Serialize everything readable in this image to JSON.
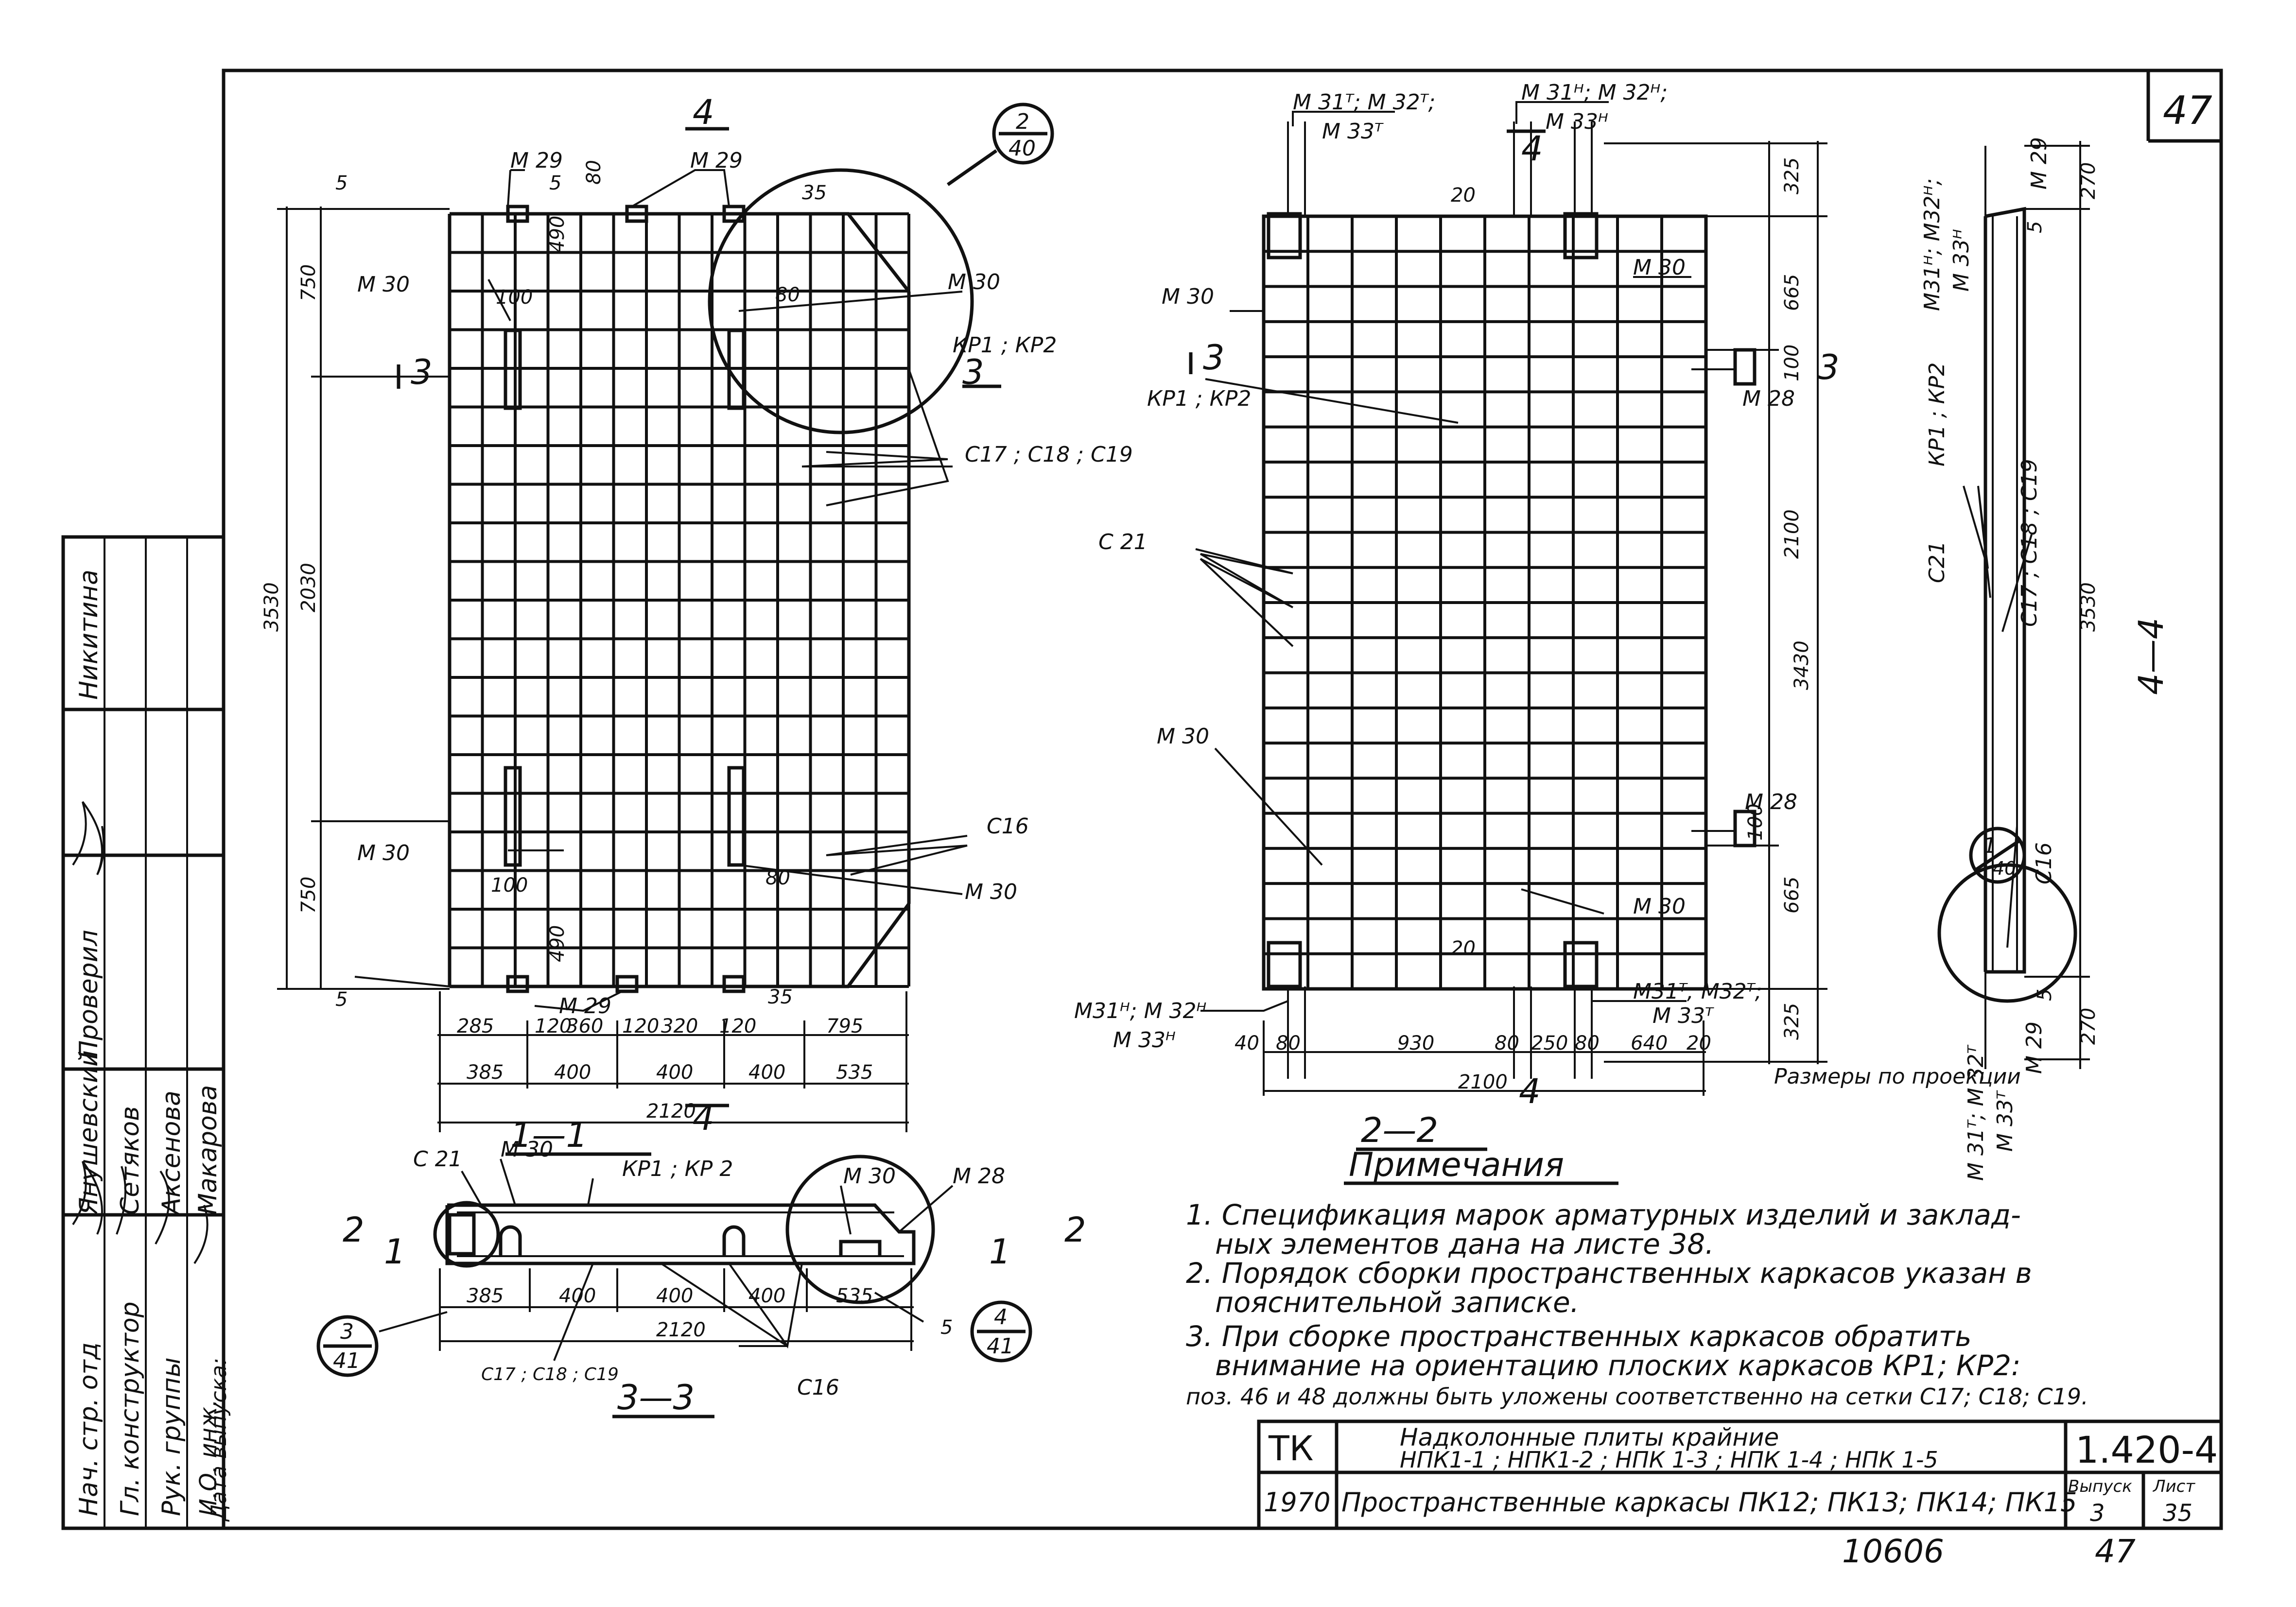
{
  "sheet": {
    "number_top": "47",
    "number_bottom": "47",
    "inventory": "10606"
  },
  "view_1_1": {
    "title": "1—1",
    "marks": {
      "m29_a": "M 29",
      "m29_b": "M 29",
      "m29_c": "M 29",
      "m30_a": "M 30",
      "m30_b": "M 30",
      "m30_c": "M 30",
      "m30_d": "M 30",
      "kp": "КР1 ; КР2",
      "c17": "С17 ; С18 ; С19",
      "c16": "С16"
    },
    "dims": {
      "total_h": "3530",
      "top": "750",
      "mid": "2030",
      "bot": "750",
      "d5a": "5",
      "d5b": "5",
      "d5c": "5",
      "d80a": "80",
      "d80b": "80",
      "d80c": "80",
      "d35a": "35",
      "d35b": "35",
      "d490a": "490",
      "d490b": "490",
      "d100a": "100",
      "d100b": "100",
      "r1": [
        "285",
        "120",
        "360",
        "120",
        "320",
        "120",
        "795"
      ],
      "r2": [
        "385",
        "400",
        "400",
        "400",
        "535"
      ],
      "total_w": "2120"
    },
    "cuts": {
      "cut4_top": "4",
      "cut4_bot": "4",
      "cut3_l": "3",
      "cut3_r": "3"
    },
    "callout": {
      "num": "2",
      "sheet": "40"
    }
  },
  "view_2_2": {
    "title": "2—2",
    "marks": {
      "m31t": "M 31ᵀ; M 32ᵀ;",
      "m33t": "M 33ᵀ",
      "m31h": "M 31ᴴ; M 32ᴴ;",
      "m33h": "M 33ᴴ",
      "m30_a": "M 30",
      "m30_b": "M 30",
      "m30_c": "M 30",
      "m30_d": "M 30",
      "m28_a": "M 28",
      "m28_b": "M 28",
      "kp": "КР1 ; КР2",
      "c21": "С 21",
      "m31h_b": "M31ᴴ; M 32ᴴ",
      "m33h_b": "M 33ᴴ",
      "m31t_b": "M31ᵀ; M32ᵀ;",
      "m33t_b": "M 33ᵀ"
    },
    "dims": {
      "top": "325",
      "d665a": "665",
      "d100a": "100",
      "mid": "2100",
      "total": "3430",
      "d100b": "100",
      "d665b": "665",
      "bot": "325",
      "d20a": "20",
      "d20b": "20",
      "r": [
        "40",
        "80",
        "930",
        "80",
        "250",
        "80",
        "640",
        "20"
      ],
      "total_w": "2100"
    },
    "cuts": {
      "cut4_top": "4",
      "cut4_bot": "4",
      "cut3_l": "3",
      "cut3_r": "3"
    },
    "note": "Размеры по проекции"
  },
  "view_3_3": {
    "title": "3—3",
    "marks": {
      "c21": "С 21",
      "m30a": "M 30",
      "kp": "КР1 ; КР 2",
      "m30b": "M 30",
      "m28": "M 28",
      "c17": "С17 ; С18 ; С19",
      "c16": "С16"
    },
    "dims": {
      "r": [
        "385",
        "400",
        "400",
        "400",
        "535"
      ],
      "total": "2120",
      "d5": "5"
    },
    "cuts": {
      "c2l": "2",
      "c1l": "1",
      "c1r": "1",
      "c2r": "2"
    },
    "callout_l": {
      "num": "3",
      "sheet": "41"
    },
    "callout_r": {
      "num": "4",
      "sheet": "41"
    }
  },
  "view_4_4": {
    "title": "4—4",
    "marks": {
      "m29t": "M 29",
      "m31h": "M31ᴴ; M32ᴴ;",
      "m33h": "M 33ᴴ",
      "kp": "КР1 ; КР2",
      "c21": "С21",
      "c17": "С17 ; С18 ; С19",
      "c16": "С16",
      "m29b": "M 29",
      "m31t": "M 31ᵀ; M 32ᵀ",
      "m33t": "M 33ᵀ"
    },
    "dims": {
      "d270a": "270",
      "d5a": "5",
      "total": "3530",
      "d5b": "5",
      "d270b": "270"
    },
    "callout": {
      "num": "1",
      "sheet": "40"
    }
  },
  "notes": {
    "title": "Примечания",
    "lines": [
      "1. Спецификация марок арматурных изделий и заклад-",
      "ных элементов дана на листе 38.",
      "2. Порядок сборки пространственных каркасов указан в",
      "пояснительной записке.",
      "3. При сборке пространственных каркасов обратить",
      "внимание на ориентацию плоских каркасов КР1; КР2:",
      "поз. 46 и 48 должны быть уложены соответственно на сетки С17; С18; С19."
    ]
  },
  "title_block": {
    "series": "ТК",
    "title_l1": "Надколонные плиты крайние",
    "title_l2": "НПК1-1 ; НПК1-2 ; НПК 1-3 ; НПК 1-4 ; НПК 1-5",
    "year": "1970",
    "title_l3": "Пространственные каркасы ПК12; ПК13; ПК14; ПК15",
    "code": "1.420-4",
    "issue_label": "Выпуск",
    "issue": "3",
    "sheet_label": "Лист",
    "sheet": "35"
  },
  "side_stamp": {
    "roles": [
      "Нач. стр. отд",
      "Гл. конструктор",
      "Рук. группы",
      "И.О. инж.",
      "Дата выпуска:"
    ],
    "checked": "Проверил",
    "names": [
      "Янушевский",
      "Сетяков",
      "Аксенова",
      "Макарова"
    ],
    "checker": "Никитина"
  }
}
